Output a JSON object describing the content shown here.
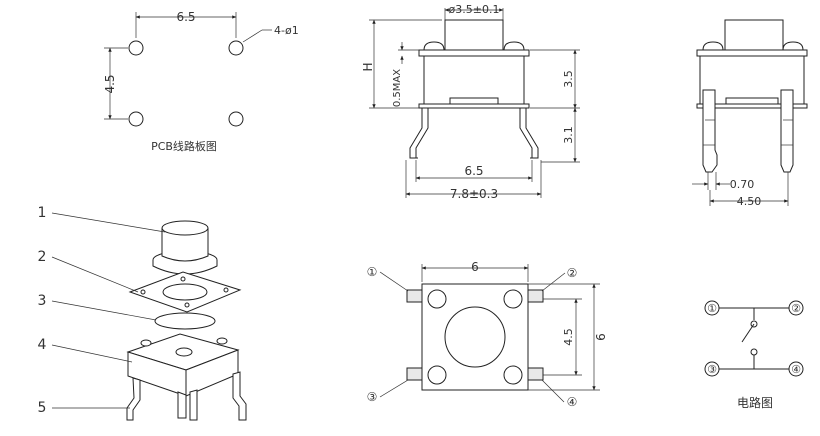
{
  "pcb_view": {
    "dim_horizontal": "6.5",
    "dim_vertical": "4.5",
    "hole_callout": "4-ø1",
    "caption": "PCB线路板图"
  },
  "front_view": {
    "dim_top": "ø3.5±0.1",
    "dim_h": "H",
    "dim_max": "0.5MAX",
    "dim_body": "3.5",
    "dim_pin": "3.1",
    "dim_pitch": "6.5",
    "dim_overall": "7.8±0.3"
  },
  "side_view": {
    "dim_pin_width": "0.70",
    "dim_pin_span": "4.50"
  },
  "exploded_view": {
    "part_numbers": [
      "1",
      "2",
      "3",
      "4",
      "5"
    ]
  },
  "top_view": {
    "dim_width": "6",
    "dim_hole_span": "4.5",
    "dim_height": "6",
    "pin_labels": [
      "①",
      "②",
      "③",
      "④"
    ]
  },
  "circuit": {
    "pin_labels": [
      "①",
      "②",
      "③",
      "④"
    ],
    "caption": "电路图"
  },
  "colors": {
    "line": "#222222",
    "background": "#ffffff"
  }
}
